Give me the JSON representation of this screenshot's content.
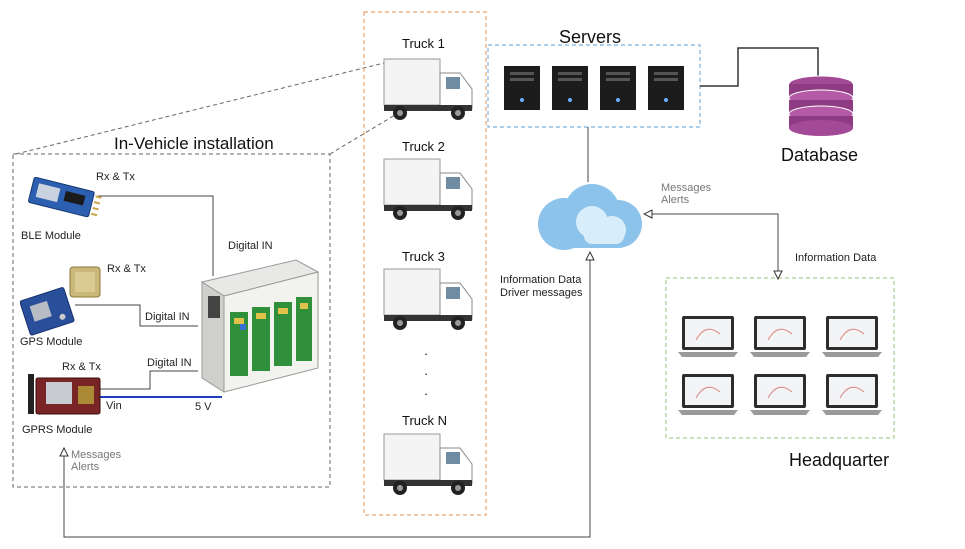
{
  "in_vehicle": {
    "title": "In-Vehicle installation",
    "modules": {
      "ble": {
        "label": "BLE Module",
        "port": "Rx & Tx"
      },
      "gps": {
        "label": "GPS Module",
        "port": "Rx & Tx",
        "link": "Digital IN"
      },
      "gprs": {
        "label": "GPRS Module",
        "port": "Rx & Tx",
        "link": "Digital IN",
        "power": "Vin",
        "voltage": "5 V",
        "notes": [
          "Messages",
          "Alerts"
        ]
      }
    },
    "controller": {
      "link": "Digital IN"
    }
  },
  "fleet": {
    "trucks": [
      "Truck 1",
      "Truck 2",
      "Truck 3",
      "Truck N"
    ],
    "ellipsis": "·"
  },
  "servers": {
    "title": "Servers"
  },
  "database": {
    "label": "Database"
  },
  "cloud": {
    "up_notes": [
      "Messages",
      "Alerts"
    ],
    "down_notes": [
      "Information Data",
      "Driver messages"
    ]
  },
  "headquarter": {
    "label": "Headquarter",
    "note": "Information Data"
  },
  "colors": {
    "dash_gray": "#666666",
    "fleet_orange": "#e8a772",
    "server_blue": "#7fb0dd",
    "hq_green": "#a8cf8e",
    "vin_blue": "#1f3fbf",
    "db_purple": "#8e3b82",
    "cloud_blue": "#8cc3ea"
  }
}
